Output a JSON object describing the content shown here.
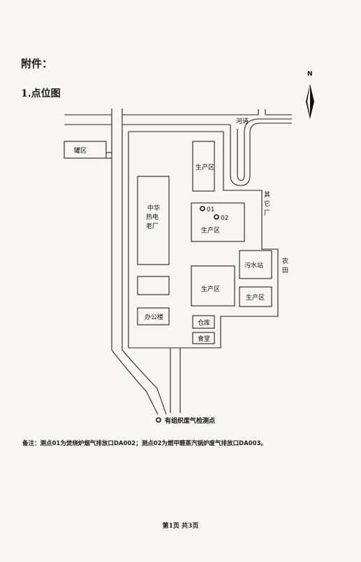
{
  "header": {
    "attachment_title": "附件：",
    "map_title": "1.点位图"
  },
  "map": {
    "north_label": "N",
    "river_label": "河道",
    "tank_area_label": "罐区",
    "zhonghua_plant_lines": [
      "中华",
      "热电",
      "老厂"
    ],
    "production_area_label": "生产区",
    "point_01_label": "01",
    "point_02_label": "02",
    "other_factory_lines": [
      "其",
      "它",
      "厂"
    ],
    "farmland_lines": [
      "农",
      "田"
    ],
    "sewage_station_label": "污水站",
    "office_building_label": "办公楼",
    "warehouse_label": "仓库",
    "canteen_label": "食堂",
    "legend_label": "有组织废气检测点"
  },
  "footnote": "备注：测点01为焚烧炉烟气排放口DA002；测点02为燃甲醛蒸汽锅炉废气排放口DA003。",
  "footer": "第1页  共3页"
}
